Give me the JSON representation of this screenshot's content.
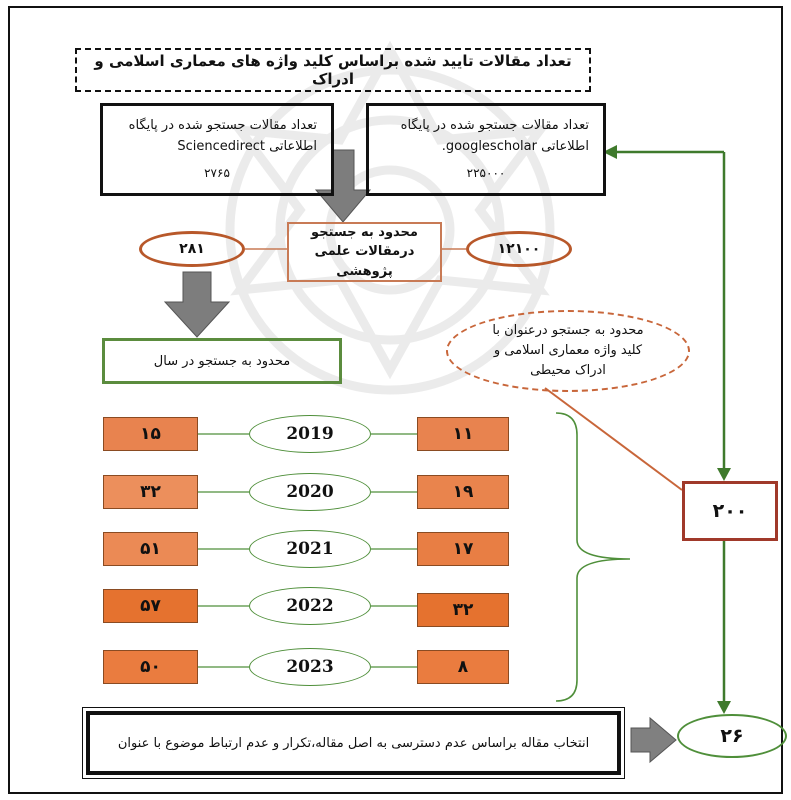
{
  "title": "تعداد مقالات تایید شده براساس کلید واژه های معماری اسلامی و ادراک",
  "databases": {
    "sciencedirect": {
      "line1": "تعداد مقالات جستجو شده در پایگاه",
      "line2": "اطلاعاتی Sciencedirect",
      "count": "۲۷۶۵"
    },
    "googlescholar": {
      "line1": "تعداد مقالات جستجو شده در پایگاه",
      "line2": "اطلاعاتی googlescholar.",
      "count": "۲۲۵۰۰۰"
    }
  },
  "limit_scientific": {
    "line1": "محدود به جستجو",
    "line2": "درمقالات علمی پژوهشی"
  },
  "count_sciencedirect_limited": "۲۸۱",
  "count_googlescholar_limited": "۱۲۱۰۰",
  "year_limit_label": "محدود به جستجو در سال",
  "keyword_limit": {
    "line1": "محدود به جستجو درعنوان با",
    "line2": "کلید واژه معماری اسلامی و",
    "line3": "ادراک محیطی"
  },
  "years": [
    {
      "year": "2019",
      "left": "۱۵",
      "right": "۱۱"
    },
    {
      "year": "2020",
      "left": "۳۲",
      "right": "۱۹"
    },
    {
      "year": "2021",
      "left": "۵۱",
      "right": "۱۷"
    },
    {
      "year": "2022",
      "left": "۵۷",
      "right": "۳۲"
    },
    {
      "year": "2023",
      "left": "۵۰",
      "right": "۸"
    }
  ],
  "count_keyword": "۲۰۰",
  "final_selection": "انتخاب مقاله براساس عدم دسترسی به اصل مقاله،تکرار و عدم ارتباط موضوع با عنوان",
  "final_count": "۲۶",
  "colors": {
    "count_fill_shades": [
      "#e8834f",
      "#ec8f5c",
      "#eb8a55",
      "#e5722f",
      "#ea7c3f"
    ],
    "orange_border": "#b8582a",
    "green_border": "#5b8c3e",
    "arrow_green": "#3f7a2c",
    "gray_arrow": "#808080",
    "red_border": "#a0392a"
  }
}
